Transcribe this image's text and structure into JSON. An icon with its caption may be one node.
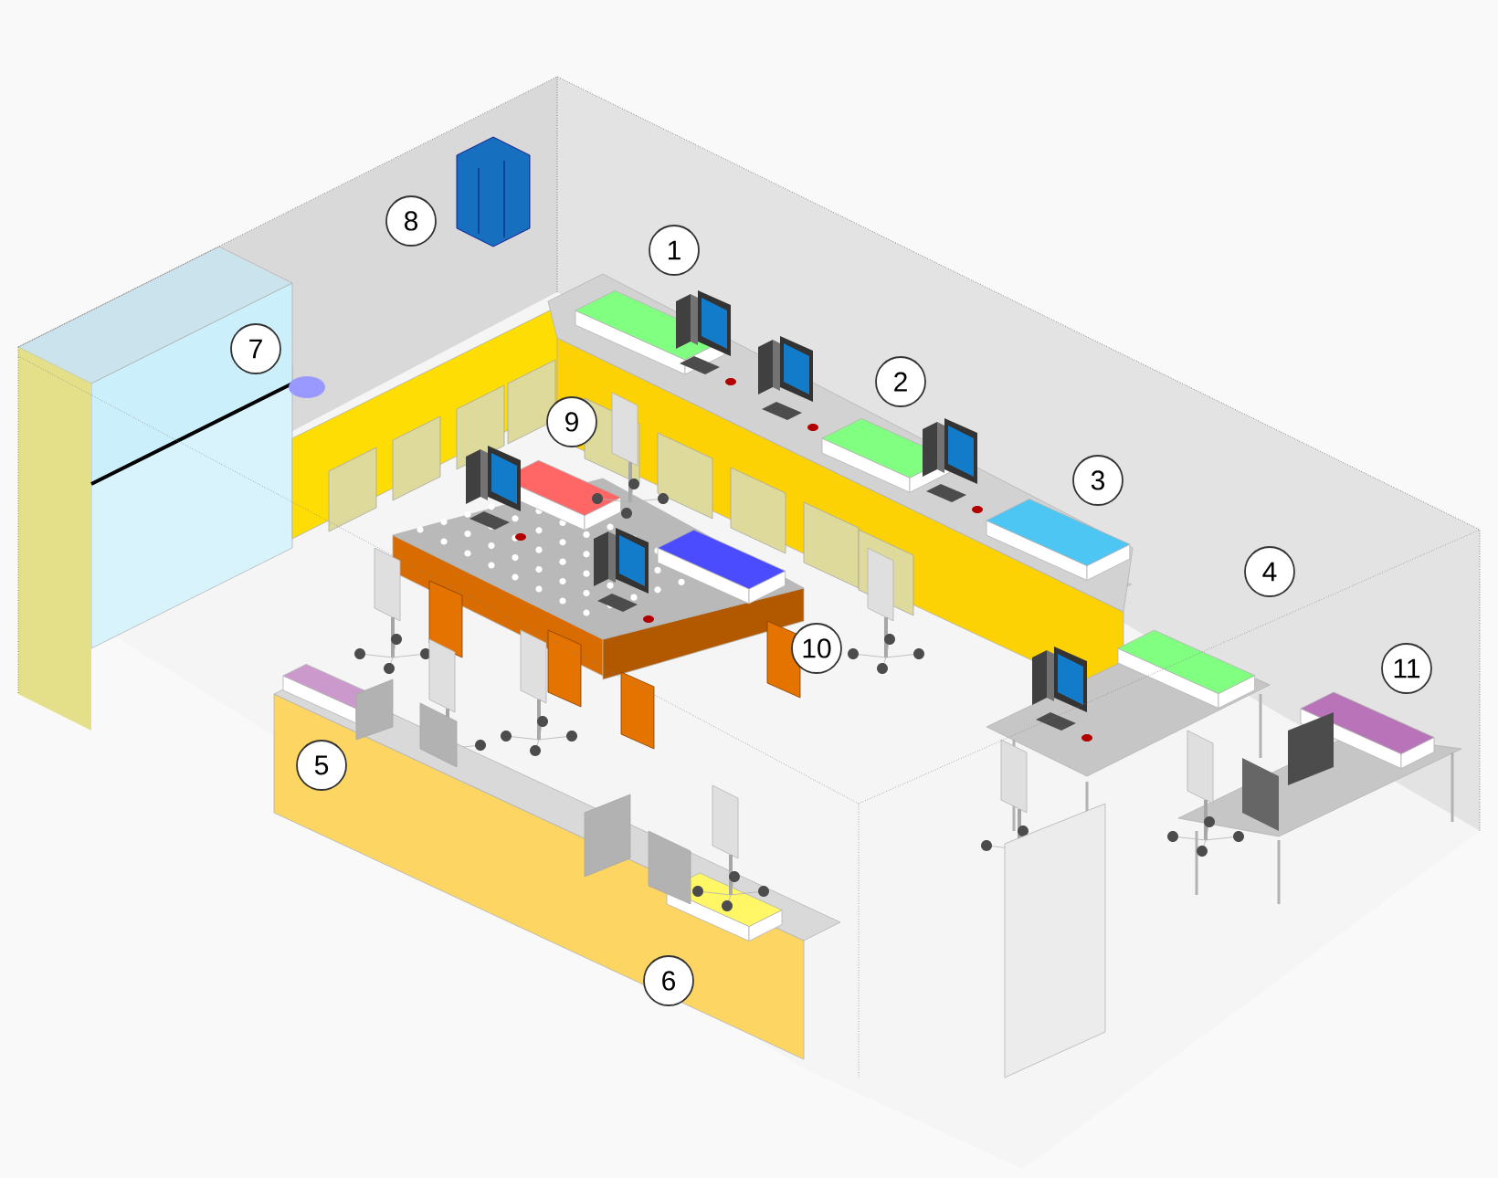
{
  "diagram": {
    "labels": [
      "8",
      "1",
      "7",
      "2",
      "9",
      "3",
      "4",
      "10",
      "11",
      "5",
      "6"
    ]
  }
}
